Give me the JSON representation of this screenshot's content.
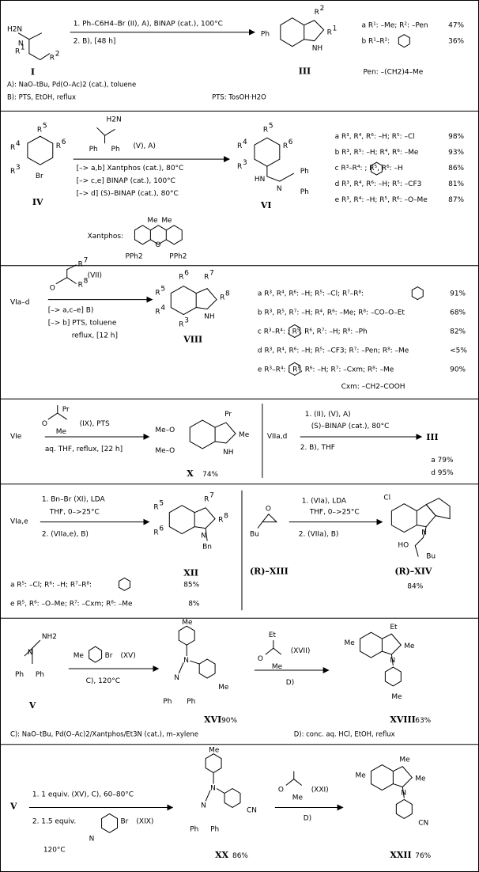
{
  "scheme": {
    "s1": {
      "start": "I",
      "cond1": "1. Ph–C6H4–Br (II), A), BINAP (cat.), 100°C",
      "cond2": "2. B), [48 h]",
      "prod": "III",
      "var_a": "a R¹: –Me; R²: –Pen",
      "yield_a": "47%",
      "var_b": "b R¹–R²:",
      "yield_b": "36%",
      "pen": "Pen: –(CH2)4–Me",
      "noteA": "A): NaO–tBu, Pd(O–Ac)2 (cat.), toluene",
      "noteB": "B): PTS, EtOH, reflux",
      "pts": "PTS: TosOH·H2O"
    },
    "s2": {
      "reagent": "(V), A)",
      "c1": "[–> a,b] Xantphos (cat.), 80°C",
      "c2": "[–> c,e] BINAP (cat.), 100°C",
      "c3": "[–> d] (S)–BINAP (cat.), 80°C",
      "sm": "IV",
      "prod": "VI",
      "rows": [
        {
          "t": "a R³, R⁴, R⁶: –H; R⁵: –Cl",
          "y": "98%"
        },
        {
          "t": "b R³, R⁵: –H; R⁴, R⁶: –Me",
          "y": "93%"
        },
        {
          "t": "c R³–R⁴:      ; R⁵, R⁶: –H",
          "y": "86%"
        },
        {
          "t": "d R³, R⁴, R⁶: –H; R⁵: –CF3",
          "y": "81%"
        },
        {
          "t": "e R³, R⁴: –H; R⁵, R⁶: –O–Me",
          "y": "87%"
        }
      ],
      "xant": "Xantphos:"
    },
    "s3": {
      "sm": "VIa–d",
      "reagent": "(VII)",
      "c1": "[–> a,c–e] B)",
      "c2": "[–> b] PTS, toluene",
      "c3": "reflux, [12 h]",
      "prod": "VIII",
      "rows": [
        {
          "t": "a R³, R⁴, R⁶: –H; R⁵: –Cl; R⁷–R⁸:",
          "y": "91%"
        },
        {
          "t": "b R³, R⁵, R⁷: –H; R⁴, R⁶: –Me; R⁸: –CO–O–Et",
          "y": "68%"
        },
        {
          "t": "c R³–R⁴:      ; R⁵, R⁶, R⁷: –H; R⁸: –Ph",
          "y": "82%"
        },
        {
          "t": "d R³, R⁴, R⁶: –H; R⁵: –CF3; R⁷: –Pen; R⁸: –Me",
          "y": "<5%"
        },
        {
          "t": "e R³–R⁴:      ; R⁵, R⁶: –H; R⁷: –Cxm; R⁸: –Me",
          "y": "90%"
        }
      ],
      "cxm": "Cxm: –CH2–COOH"
    },
    "s4": {
      "sm": "VIe",
      "reagent": "(IX), PTS",
      "cond": "aq. THF, reflux, [22 h]",
      "prod": "X",
      "yield": "74%",
      "sm2": "VIIa,d",
      "c1": "1. (II), (V), A)",
      "c2": "(S)–BINAP (cat.), 80°C",
      "c3": "2. B), THF",
      "prod2": "III",
      "ya": "a 79%",
      "yd": "d 95%"
    },
    "s5": {
      "sm": "VIa,e",
      "c1": "1. Bn–Br (XI), LDA",
      "c2": "THF, 0–>25°C",
      "c3": "2. (VIIa,e), B)",
      "prod": "XII",
      "row_a": "a R⁵: –Cl; R⁶: –H; R⁷–R⁸:",
      "ya": "85%",
      "row_e": "e R⁵, R⁶: –O–Me; R⁷: –Cxm; R⁸: –Me",
      "ye": "8%",
      "sm2": "(R)–XIII",
      "d1": "1. (VIa), LDA",
      "d2": "THF, 0–>25°C",
      "d3": "2. (VIIa), B)",
      "prod2": "(R)–XIV",
      "y2": "84%"
    },
    "s6": {
      "sm": "V",
      "reagent": "(XV)",
      "cond": "C), 120°C",
      "mid": "XVI",
      "ymid": "90%",
      "reagent2": "(XVII)",
      "cond2": "D)",
      "prod": "XVIII",
      "yprod": "63%",
      "noteC": "C): NaO–tBu, Pd(O–Ac)2/Xantphos/Et3N (cat.), m–xylene",
      "noteD": "D): conc. aq. HCl, EtOH, reflux"
    },
    "s7": {
      "sm": "V",
      "c1": "1. 1 equiv. (XV), C), 60–80°C",
      "c2": "2. 1.5 equiv.",
      "c2b": "(XIX)",
      "c3": "120°C",
      "mid": "XX",
      "ymid": "86%",
      "reagent2": "(XXI)",
      "cond2": "D)",
      "prod": "XXII",
      "yprod": "76%"
    }
  }
}
